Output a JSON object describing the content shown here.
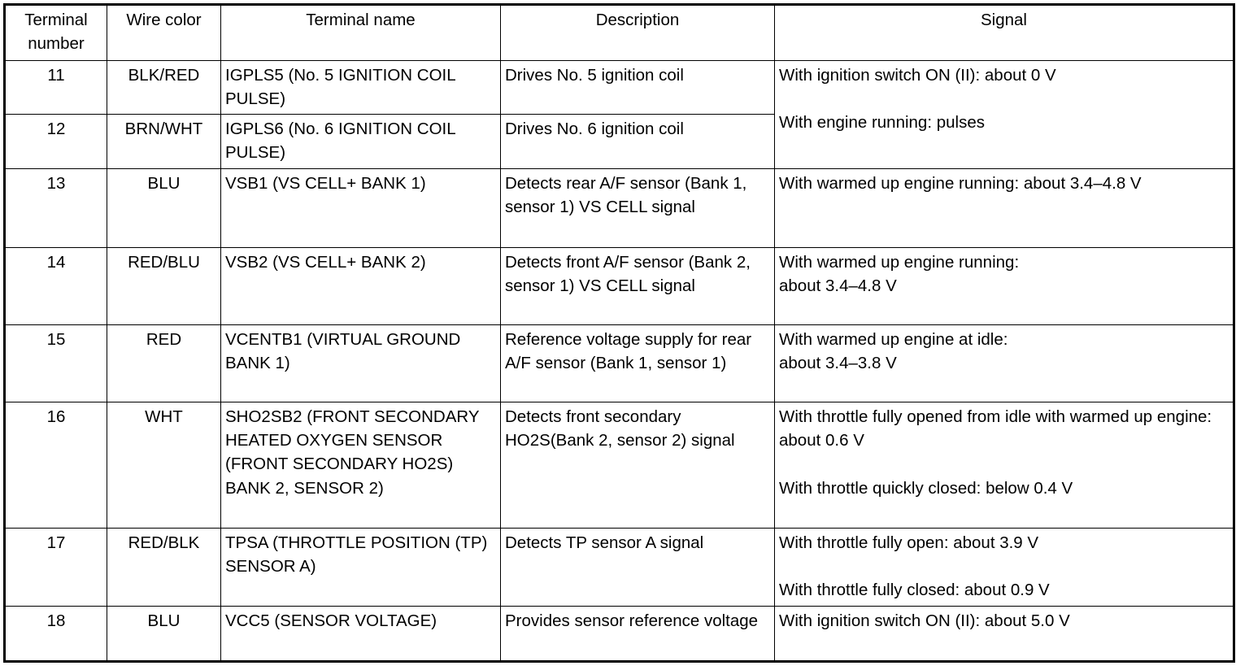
{
  "table": {
    "name": "ecm-pcm-connector-terminal-table",
    "columns": [
      {
        "key": "terminal_number",
        "label": "Terminal\nnumber",
        "bold": true
      },
      {
        "key": "wire_color",
        "label": "Wire color",
        "bold": false
      },
      {
        "key": "terminal_name",
        "label": "Terminal name",
        "bold": false
      },
      {
        "key": "description",
        "label": "Description",
        "bold": false
      },
      {
        "key": "signal",
        "label": "Signal",
        "bold": false
      }
    ],
    "rows": [
      {
        "terminal_number": "11",
        "wire_color": "BLK/RED",
        "terminal_name": "IGPLS5 (No. 5 IGNITION COIL PULSE)",
        "description": "Drives No. 5 ignition coil",
        "signal_lines": [
          "With ignition switch ON (II): about 0 V",
          "",
          "With engine running: pulses"
        ],
        "signal_rowspan": 2
      },
      {
        "terminal_number": "12",
        "wire_color": "BRN/WHT",
        "terminal_name": "IGPLS6 (No. 6 IGNITION COIL PULSE)",
        "description": "Drives No. 6 ignition coil",
        "signal_lines": [],
        "signal_rowspan": 0
      },
      {
        "terminal_number": "13",
        "wire_color": "BLU",
        "terminal_name": "VSB1 (VS CELL+ BANK 1)",
        "description": "Detects rear A/F sensor (Bank 1, sensor 1) VS CELL signal",
        "signal_lines": [
          "With warmed up engine running: about 3.4–4.8 V"
        ],
        "signal_rowspan": 1
      },
      {
        "terminal_number": "14",
        "wire_color": "RED/BLU",
        "terminal_name": "VSB2 (VS CELL+ BANK 2)",
        "description": "Detects front A/F sensor (Bank 2, sensor 1) VS CELL signal",
        "signal_lines": [
          "With warmed up engine running:",
          "about 3.4–4.8 V"
        ],
        "signal_rowspan": 1
      },
      {
        "terminal_number": "15",
        "wire_color": "RED",
        "terminal_name": "VCENTB1 (VIRTUAL GROUND BANK 1)",
        "description": "Reference voltage supply for rear A/F sensor (Bank 1, sensor 1)",
        "signal_lines": [
          "With warmed up engine at idle:",
          "about 3.4–3.8 V"
        ],
        "signal_rowspan": 1
      },
      {
        "terminal_number": "16",
        "wire_color": "WHT",
        "terminal_name": "SHO2SB2 (FRONT SECONDARY HEATED OXYGEN SENSOR (FRONT SECONDARY HO2S) BANK 2, SENSOR 2)",
        "description": "Detects front secondary HO2S(Bank 2, sensor 2) signal",
        "signal_lines": [
          "With throttle fully opened from idle with warmed up engine: about 0.6 V",
          "",
          "With throttle quickly closed: below 0.4 V"
        ],
        "signal_rowspan": 1
      },
      {
        "terminal_number": "17",
        "wire_color": "RED/BLK",
        "terminal_name": "TPSA (THROTTLE POSITION (TP) SENSOR A)",
        "description": "Detects TP sensor A signal",
        "signal_lines": [
          "With throttle fully open: about 3.9 V",
          "",
          "With throttle fully closed: about 0.9 V"
        ],
        "signal_rowspan": 1
      },
      {
        "terminal_number": "18",
        "wire_color": "BLU",
        "terminal_name": "VCC5 (SENSOR VOLTAGE)",
        "description": "Provides sensor reference voltage",
        "signal_lines": [
          "With ignition switch ON (II): about 5.0 V"
        ],
        "signal_rowspan": 1
      }
    ]
  },
  "colors": {
    "background": "#ffffff",
    "text": "#000000",
    "border": "#000000"
  }
}
